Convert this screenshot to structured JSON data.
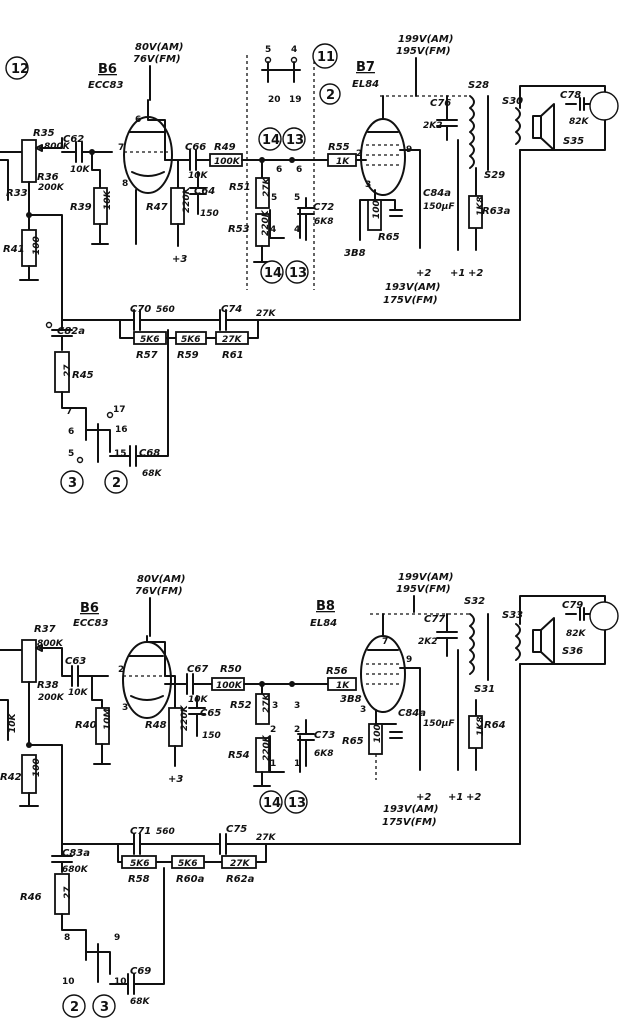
{
  "top": {
    "circle_12": "12",
    "circle_11": "11",
    "circle_2a": "2",
    "circle_14a": "14",
    "circle_13a": "13",
    "circle_14b": "14",
    "circle_13b": "13",
    "circle_3": "3",
    "circle_2b": "2",
    "tube_b6": "B6",
    "tube_b6_type": "ECC83",
    "tube_b7": "B7",
    "tube_b7_type": "EL84",
    "v_b6_am": "80V(AM)",
    "v_b6_fm": "76V(FM)",
    "v_b7_am": "199V(AM)",
    "v_b7_fm": "195V(FM)",
    "v_out_am": "193V(AM)",
    "v_out_fm": "175V(FM)",
    "r35": "R35",
    "r35_val": "800K",
    "r36": "R36",
    "r36_val": "200K",
    "r33": "R33",
    "r41": "R41",
    "r41_val": "100",
    "c62": "C62",
    "c62_val": "10K",
    "r39": "R39",
    "r39_val": "10K",
    "r47": "R47",
    "r47_val": "220K",
    "c66": "C66",
    "c66_val": "10K",
    "c64": "C64",
    "c64_val": "150",
    "r49": "R49",
    "r49_val": "100K",
    "r51": "R51",
    "r51_val": "27K",
    "r53": "R53",
    "r53_val": "220K",
    "c72": "C72",
    "c72_val": "6K8",
    "r55": "R55",
    "r55_val": "1K",
    "c76": "C76",
    "c76_val": "2K2",
    "r65": "R65",
    "r65_val": "100",
    "c84": "C84a",
    "c84_val": "150µF",
    "r63": "R63a",
    "r63_val": "1K8",
    "s28": "S28",
    "s29": "S29",
    "s30": "S30",
    "s35": "S35",
    "c78": "C78",
    "c78_val": "82K",
    "c82": "C82a",
    "r45": "R45",
    "r45_val": "27",
    "c70": "C70",
    "c70_val": "560",
    "c74": "C74",
    "c74_val": "27K",
    "r57": "R57",
    "r57_val": "5K6",
    "r59": "R59",
    "r59_val": "5K6",
    "r61": "R61",
    "r61_val": "27K",
    "c68": "C68",
    "c68_val": "68K",
    "plus3": "+3",
    "plus2": "+2",
    "plus1": "+1",
    "plus2b": "+2",
    "ref_3b8": "3B8",
    "pin_top_5": "5",
    "pin_top_4": "4",
    "pin_top_20": "20",
    "pin_top_19": "19",
    "pin_sw_6a": "6",
    "pin_sw_6b": "6",
    "pin_sw_5a": "5",
    "pin_sw_5b": "5",
    "pin_sw_4a": "4",
    "pin_sw_4b": "4",
    "pin_7": "7",
    "pin_6": "6",
    "pin_8": "8",
    "pin_2": "2",
    "pin_9": "9",
    "pin_3": "3",
    "pin_17": "17",
    "pin_16": "16",
    "pin_15": "15",
    "pin_7b": "7",
    "pin_6b": "6",
    "pin_5b": "5"
  },
  "bottom": {
    "circle_14": "14",
    "circle_13": "13",
    "circle_2": "2",
    "circle_3": "3",
    "tube_b6": "B6",
    "tube_b6_type": "ECC83",
    "tube_b8": "B8",
    "tube_b8_type": "EL84",
    "v_b6_am": "80V(AM)",
    "v_b6_fm": "76V(FM)",
    "v_b8_am": "199V(AM)",
    "v_b8_fm": "195V(FM)",
    "v_out_am": "193V(AM)",
    "v_out_fm": "175V(FM)",
    "r37": "R37",
    "r37_val": "800K",
    "r38": "R38",
    "r38_val": "200K",
    "r_left_val": "10K",
    "c63": "C63",
    "c63_val": "10K",
    "r40": "R40",
    "r40_val": "10M",
    "r48": "R48",
    "r48_val": "220K",
    "c67": "C67",
    "c67_val": "10K",
    "c65": "C65",
    "c65_val": "150",
    "r50": "R50",
    "r50_val": "100K",
    "r52": "R52",
    "r52_val": "27K",
    "r54": "R54",
    "r54_val": "220K",
    "c73": "C73",
    "c73_val": "6K8",
    "r56": "R56",
    "r56_val": "1K",
    "ref_3b8": "3B8",
    "c77": "C77",
    "c77_val": "2K2",
    "r65": "R65",
    "r65_val": "100",
    "c84": "C84a",
    "c84_val": "150µF",
    "r64": "R64",
    "r64_val": "1K8",
    "s32": "S32",
    "s31": "S31",
    "s33": "S33",
    "s36": "S36",
    "c79": "C79",
    "c79_val": "82K",
    "r42": "R42",
    "r42_val": "100",
    "c83": "C83a",
    "c83_val": "680K",
    "r46": "R46",
    "r46_val": "27",
    "c71": "C71",
    "c71_val": "560",
    "c75": "C75",
    "c75_val": "27K",
    "r58": "R58",
    "r58_val": "5K6",
    "r60": "R60a",
    "r60_val": "5K6",
    "r62": "R62a",
    "r62_val": "27K",
    "c69": "C69",
    "c69_val": "68K",
    "plus3": "+3",
    "plus2": "+2",
    "plus1": "+1",
    "plus2b": "+2",
    "pin_2": "2",
    "pin_3": "3",
    "pin_7": "7",
    "pin_9": "9",
    "pin_31": "3",
    "pin_sw_3a": "3",
    "pin_sw_3b": "3",
    "pin_sw_2a": "2",
    "pin_sw_2b": "2",
    "pin_sw_1a": "1",
    "pin_sw_1b": "1",
    "pin_8": "8",
    "pin_9b": "9",
    "pin_10": "10",
    "pin_10b": "10"
  }
}
